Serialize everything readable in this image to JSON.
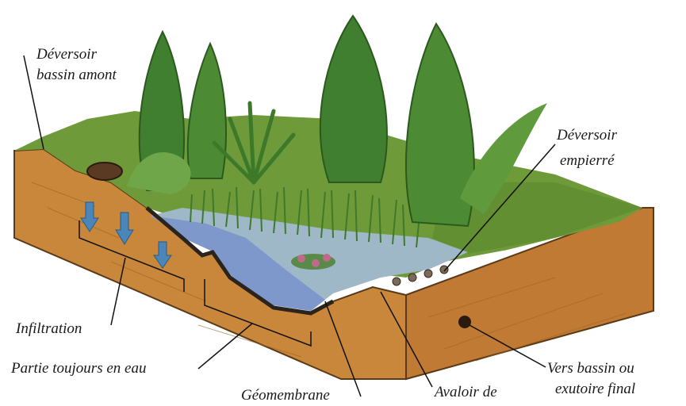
{
  "diagram": {
    "labels": {
      "deversoir_amont_l1": "Déversoir",
      "deversoir_amont_l2": "bassin amont",
      "deversoir_empierre_l1": "Déversoir",
      "deversoir_empierre_l2": "empierré",
      "infiltration": "Infiltration",
      "partie_eau": "Partie toujours en eau",
      "geomembrane": "Géomembrane",
      "avaloir": "Avaloir de",
      "vers_bassin_l1": "Vers bassin ou",
      "vers_bassin_l2": "exutoire final"
    },
    "colors": {
      "soil": "#c8873a",
      "soil_dark": "#8a5a24",
      "grass": "#6f9a3a",
      "grass_dark": "#4d7a2a",
      "water": "#8fa9d6",
      "water_deep": "#6f8cc4",
      "pond_plants": "#7fa86a",
      "tree": "#3f7f2f",
      "tree_light": "#6fa64a",
      "arrow": "#4a86b8",
      "liner": "#2a241c"
    }
  }
}
